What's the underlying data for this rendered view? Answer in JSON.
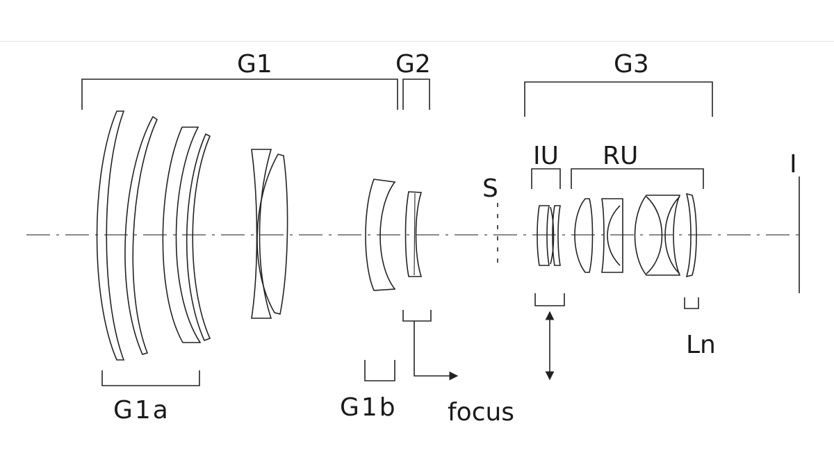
{
  "labels": {
    "g1": "G1",
    "g2": "G2",
    "g3": "G3",
    "g1a": "G1a",
    "g1b": "G1b",
    "iu": "IU",
    "ru": "RU",
    "stop": "S",
    "image": "I",
    "ln": "Ln",
    "focus": "focus"
  }
}
